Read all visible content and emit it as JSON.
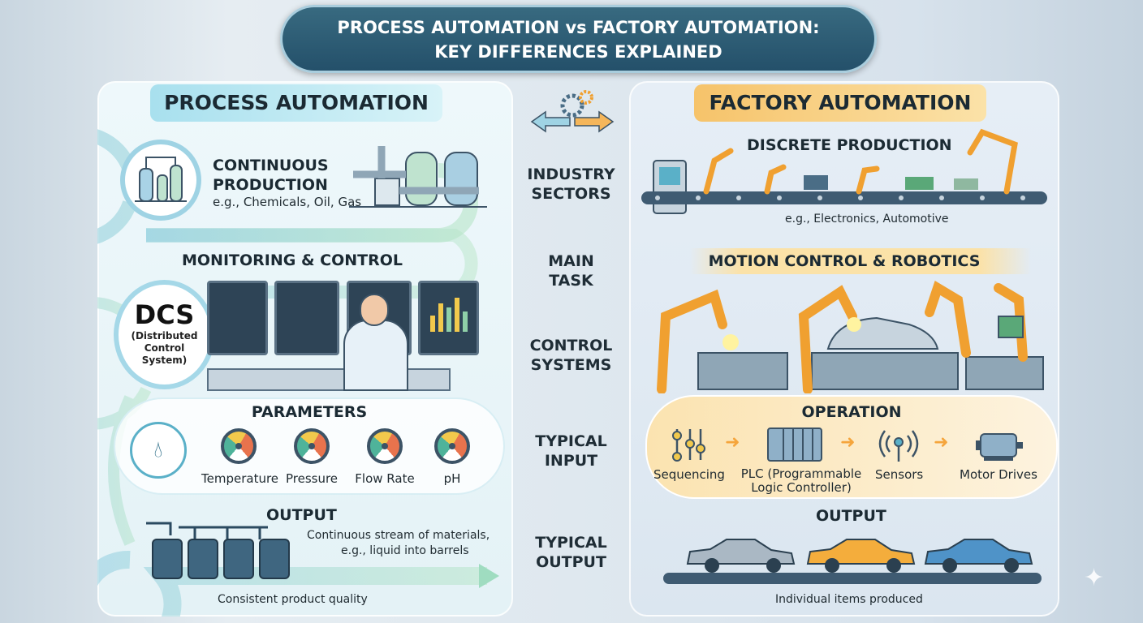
{
  "title": {
    "line1": "PROCESS AUTOMATION vs FACTORY AUTOMATION:",
    "line2": "KEY DIFFERENCES EXPLAINED"
  },
  "left": {
    "header": "PROCESS AUTOMATION",
    "production": {
      "title1": "CONTINUOUS",
      "title2": "PRODUCTION",
      "example": "e.g., Chemicals, Oil, Gas"
    },
    "monitoring": "MONITORING & CONTROL",
    "dcs": {
      "abbr": "DCS",
      "full": "(Distributed Control System)"
    },
    "parameters": {
      "title": "PARAMETERS",
      "items": [
        "Temperature",
        "Pressure",
        "Flow Rate",
        "pH"
      ]
    },
    "output": {
      "title": "OUTPUT",
      "desc1": "Continuous stream of materials,",
      "desc2": "e.g., liquid into barrels",
      "footer": "Consistent product quality"
    }
  },
  "middle": {
    "labels": [
      [
        "INDUSTRY",
        "SECTORS"
      ],
      [
        "MAIN",
        "TASK"
      ],
      [
        "CONTROL",
        "SYSTEMS"
      ],
      [
        "TYPICAL",
        "INPUT"
      ],
      [
        "TYPICAL",
        "OUTPUT"
      ]
    ]
  },
  "right": {
    "header": "FACTORY AUTOMATION",
    "production": {
      "title": "DISCRETE PRODUCTION",
      "example": "e.g., Electronics, Automotive"
    },
    "motion": "MOTION CONTROL & ROBOTICS",
    "operation": {
      "title": "OPERATION",
      "items": [
        "Sequencing",
        "PLC (Programmable Logic Controller)",
        "Sensors",
        "Motor Drives"
      ]
    },
    "output": {
      "title": "OUTPUT",
      "footer": "Individual items produced"
    }
  },
  "colors": {
    "left_accent": "#bfe9f3",
    "right_accent": "#f8cf80",
    "title_bg": "#2d5a6e",
    "robot": "#f0a030"
  }
}
